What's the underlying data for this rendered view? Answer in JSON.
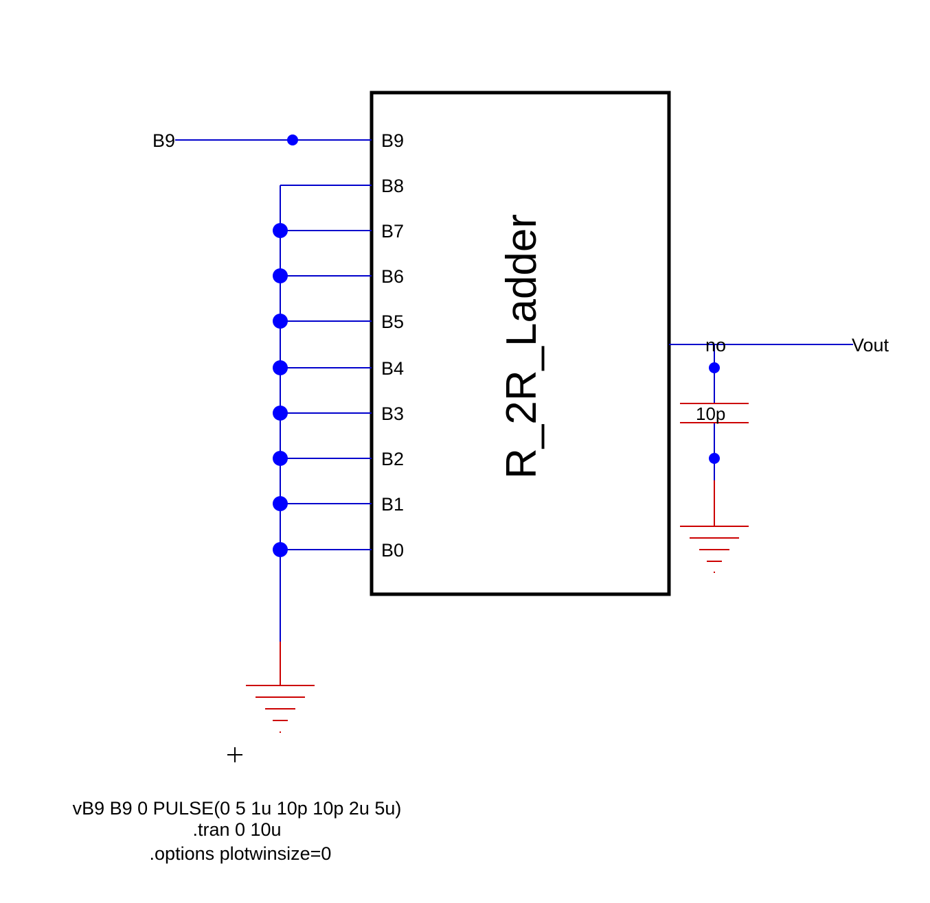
{
  "colors": {
    "wire": "#0000cc",
    "junction": "#0000ff",
    "ground": "#cc0000",
    "capacitor": "#cc0000",
    "block_border": "#000000",
    "text": "#000000"
  },
  "block": {
    "title": "R_2R_Ladder",
    "pins": [
      "B9",
      "B8",
      "B7",
      "B6",
      "B5",
      "B4",
      "B3",
      "B2",
      "B1",
      "B0"
    ]
  },
  "nets": {
    "input": "B9",
    "output_node": "no",
    "output": "Vout"
  },
  "capacitor": {
    "value": "10p"
  },
  "spice": {
    "lines": [
      "vB9 B9 0 PULSE(0 5 1u 10p 10p 2u 5u)",
      ".tran 0 10u",
      ".options plotwinsize=0"
    ]
  },
  "icons": {
    "cursor": "crosshair-icon",
    "ground": "ground-icon"
  }
}
